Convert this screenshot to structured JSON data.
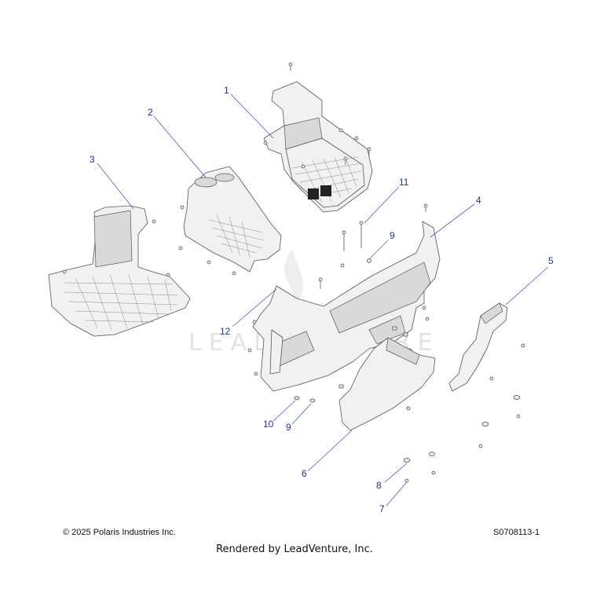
{
  "watermark": {
    "text": "LEADVENTURE"
  },
  "callouts": [
    {
      "id": "callout-1",
      "label": "1"
    },
    {
      "id": "callout-2",
      "label": "2"
    },
    {
      "id": "callout-3",
      "label": "3"
    },
    {
      "id": "callout-4",
      "label": "4"
    },
    {
      "id": "callout-5",
      "label": "5"
    },
    {
      "id": "callout-6",
      "label": "6"
    },
    {
      "id": "callout-7",
      "label": "7"
    },
    {
      "id": "callout-8",
      "label": "8"
    },
    {
      "id": "callout-9a",
      "label": "9"
    },
    {
      "id": "callout-9b",
      "label": "9"
    },
    {
      "id": "callout-10",
      "label": "10"
    },
    {
      "id": "callout-11",
      "label": "11"
    },
    {
      "id": "callout-12",
      "label": "12"
    }
  ],
  "footer": {
    "copyright": "© 2025 Polaris Industries Inc.",
    "figure_id": "S0708113-1",
    "rendered_by": "Rendered by LeadVenture, Inc."
  },
  "colors": {
    "callout": "#1f2fa8",
    "leader": "#4a5bd0",
    "part_line": "#555555"
  }
}
